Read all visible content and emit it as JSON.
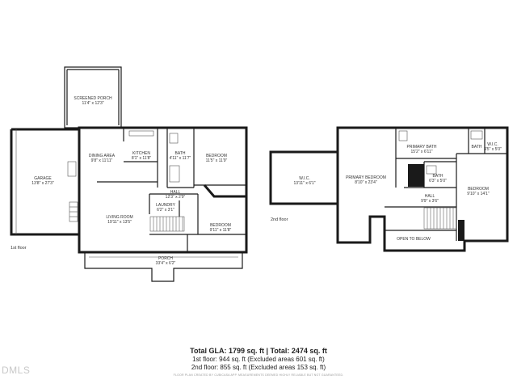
{
  "floors": [
    {
      "label": "1st floor",
      "rooms": [
        {
          "key": "screened_porch",
          "name": "SCREENED PORCH",
          "dim": "11'4\" x 12'3\""
        },
        {
          "key": "garage",
          "name": "GARAGE",
          "dim": "13'8\" x 27'3\""
        },
        {
          "key": "dining",
          "name": "DINING AREA",
          "dim": "9'8\" x 11'11\""
        },
        {
          "key": "kitchen",
          "name": "KITCHEN",
          "dim": "8'1\" x 11'8\""
        },
        {
          "key": "bath1",
          "name": "BATH",
          "dim": "4'11\" x 11'7\""
        },
        {
          "key": "bedroom1",
          "name": "BEDROOM",
          "dim": "11'5\" x 11'9\""
        },
        {
          "key": "hall1",
          "name": "HALL",
          "dim": "12'3\" x 2'9\""
        },
        {
          "key": "laundry",
          "name": "LAUNDRY",
          "dim": "6'2\" x 3'1\""
        },
        {
          "key": "living",
          "name": "LIVING ROOM",
          "dim": "19'11\" x 13'5\""
        },
        {
          "key": "bedroom2",
          "name": "BEDROOM",
          "dim": "9'11\" x 11'8\""
        },
        {
          "key": "porch",
          "name": "PORCH",
          "dim": "33'4\" x 6'2\""
        }
      ]
    },
    {
      "label": "2nd floor",
      "rooms": [
        {
          "key": "wic1",
          "name": "W.I.C.",
          "dim": "13'11\" x 6'1\""
        },
        {
          "key": "primary_bedroom",
          "name": "PRIMARY BEDROOM",
          "dim": "8'10\" x 23'4\""
        },
        {
          "key": "primary_bath",
          "name": "PRIMARY BATH",
          "dim": "15'2\" x 6'11\""
        },
        {
          "key": "bath2",
          "name": "BATH",
          "dim": ""
        },
        {
          "key": "wic2",
          "name": "W.I.C.",
          "dim": "4'5\" x 5'0\""
        },
        {
          "key": "bath3",
          "name": "BATH",
          "dim": "6'3\" x 5'0\""
        },
        {
          "key": "bedroom3",
          "name": "BEDROOM",
          "dim": "9'10\" x 14'1\""
        },
        {
          "key": "hall2",
          "name": "HALL",
          "dim": "9'9\" x 3'6\""
        },
        {
          "key": "open_below",
          "name": "OPEN TO BELOW",
          "dim": ""
        }
      ]
    }
  ],
  "totals": {
    "line1": "Total GLA: 1799 sq. ft | Total: 2474 sq. ft",
    "line2": "1st floor: 944 sq. ft (Excluded areas 601 sq. ft)",
    "line3": "2nd floor: 855 sq. ft (Excluded areas 153 sq. ft)"
  },
  "disclaimer": "FLOOR PLAN CREATED BY CUBICASA APP. MEASUREMENTS DEEMED HIGHLY RELIABLE BUT NOT GUARANTEED.",
  "watermark": "DMLS"
}
